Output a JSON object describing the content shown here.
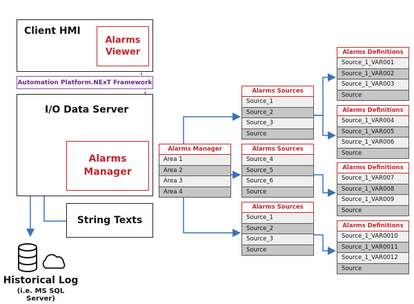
{
  "colors": {
    "accent_red": "#c0272d",
    "framework_purple": "#8a4aa8",
    "connector_blue": "#3b72b8",
    "row_light": "#efefef",
    "row_dark": "#c6c6c6"
  },
  "client_hmi": {
    "title": "Client HMI",
    "viewer_line1": "Alarms",
    "viewer_line2": "Viewer"
  },
  "framework": {
    "label": "Automation Platform.NExT Framework"
  },
  "io_server": {
    "title": "I/O Data Server",
    "manager_line1": "Alarms",
    "manager_line2": "Manager"
  },
  "string_texts": {
    "label": "String Texts"
  },
  "historical": {
    "title": "Historical Log",
    "subtitle": "(i.e. MS SQL Server)",
    "icons": [
      "database-icon",
      "cloud-icon"
    ]
  },
  "alarms_manager_table": {
    "title": "Alarms Manager",
    "rows": [
      "Area 1",
      "Area 2",
      "Area 3",
      "Area 4"
    ]
  },
  "sources_tables": [
    {
      "title": "Alarms Sources",
      "rows": [
        "Source_1",
        "Source_2",
        "Source_3",
        "Source"
      ]
    },
    {
      "title": "Alarms Sources",
      "rows": [
        "Source_4",
        "Source_5",
        "Source_6",
        "Source"
      ]
    },
    {
      "title": "Alarms Sources",
      "rows": [
        "Source_1",
        "Source_2",
        "Source_3",
        "Source"
      ]
    }
  ],
  "definitions_tables": [
    {
      "title": "Alarms Definitions",
      "rows": [
        "Source_1_VAR001",
        "Source_1_VAR002",
        "Source_1_VAR003",
        "Source"
      ]
    },
    {
      "title": "Alarms Definitions",
      "rows": [
        "Source_1_VAR004",
        "Source_1_VAR005",
        "Source_1_VAR006",
        "Source"
      ]
    },
    {
      "title": "Alarms Definitions",
      "rows": [
        "Source_1_VAR007",
        "Source_1_VAR008",
        "Source_1_VAR009",
        "Source"
      ]
    },
    {
      "title": "Alarms Definitions",
      "rows": [
        "Source_1_VAR0010",
        "Source_1_VAR0011",
        "Source_1_VAR0012",
        "Source"
      ]
    }
  ]
}
